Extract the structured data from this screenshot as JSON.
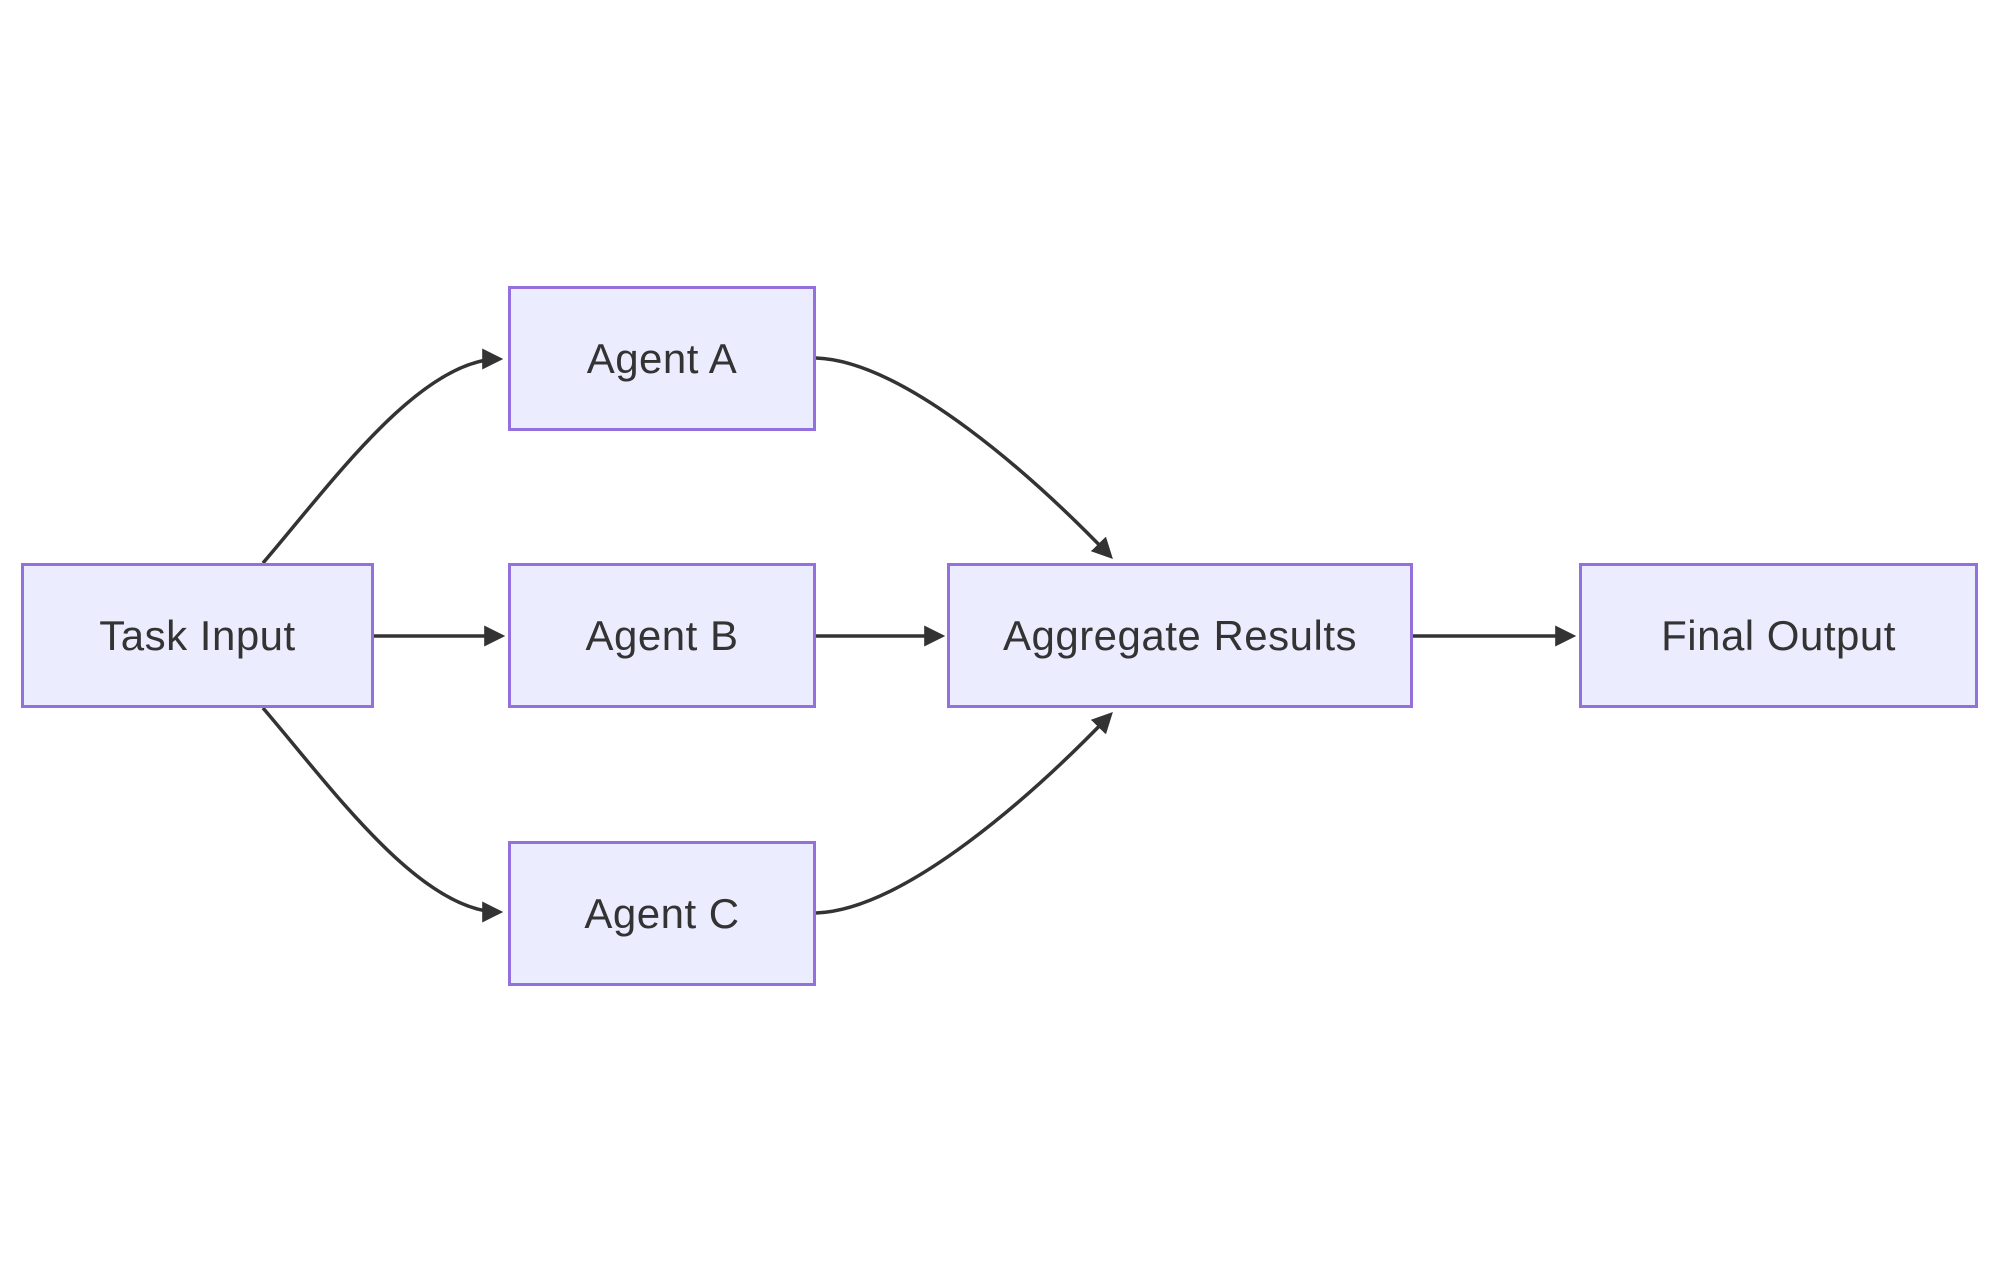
{
  "diagram": {
    "type": "flowchart-left-to-right",
    "background_color": "#ffffff",
    "node_fill_color": "#ECECFF",
    "node_border_color": "#9370DB",
    "text_color": "#333333",
    "edge_color": "#333333",
    "nodes": [
      {
        "id": "task_input",
        "label": "Task Input"
      },
      {
        "id": "agent_a",
        "label": "Agent A"
      },
      {
        "id": "agent_b",
        "label": "Agent B"
      },
      {
        "id": "agent_c",
        "label": "Agent C"
      },
      {
        "id": "aggregate_results",
        "label": "Aggregate Results"
      },
      {
        "id": "final_output",
        "label": "Final Output"
      }
    ],
    "edges": [
      {
        "from": "task_input",
        "to": "agent_a"
      },
      {
        "from": "task_input",
        "to": "agent_b"
      },
      {
        "from": "task_input",
        "to": "agent_c"
      },
      {
        "from": "agent_a",
        "to": "aggregate_results"
      },
      {
        "from": "agent_b",
        "to": "aggregate_results"
      },
      {
        "from": "agent_c",
        "to": "aggregate_results"
      },
      {
        "from": "aggregate_results",
        "to": "final_output"
      }
    ]
  }
}
